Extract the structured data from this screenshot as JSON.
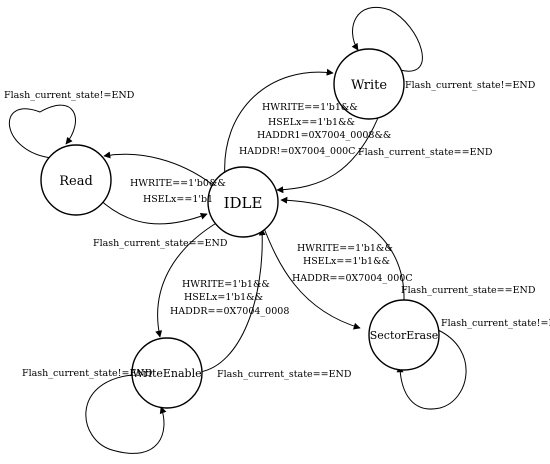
{
  "states": {
    "idle": "IDLE",
    "read": "Read",
    "write": "Write",
    "write_enable": "WriteEnable",
    "sector_erase": "SectorErase"
  },
  "transitions": {
    "read_self": "Flash_current_state!=END",
    "idle_to_read": [
      "HWRITE==1'b0&&",
      "HSELx==1'b1"
    ],
    "read_to_idle": "Flash_current_state==END",
    "write_self": "Flash_current_state!=END",
    "idle_to_write": [
      "HWRITE==1'b1&&",
      "HSELx==1'b1&&",
      "HADDR1=0X7004_0008&&",
      "HADDR!=0X7004_000C"
    ],
    "write_to_idle": "Flash_current_state==END",
    "idle_to_write_enable": [
      "HWRITE=1'b1&&",
      "HSELx=1'b1&&",
      "HADDR==0X7004_0008"
    ],
    "write_enable_self": "Flash_current_state!=END",
    "write_enable_to_idle": "Flash_current_state==END",
    "idle_to_sector_erase": [
      "HWRITE==1'b1&&",
      "HSELx==1'b1&&",
      "HADDR==0X7004_000C"
    ],
    "sector_erase_to_idle": "Flash_current_state==END",
    "sector_erase_self": "Flash_current_state!=END"
  }
}
